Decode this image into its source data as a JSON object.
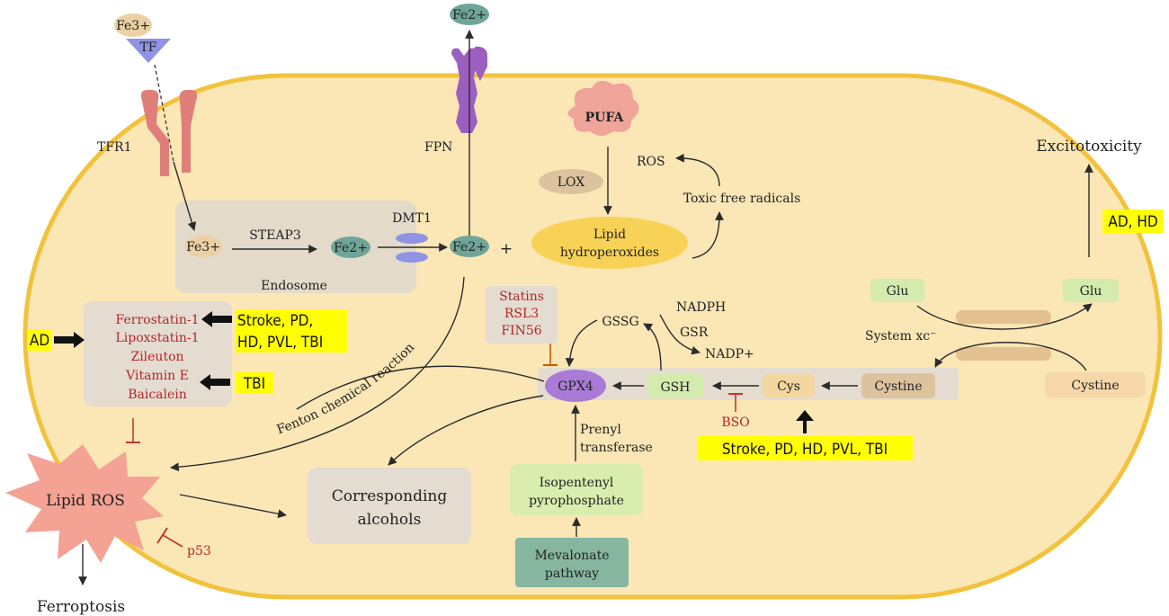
{
  "ions": {
    "fe3_outside": "Fe3+",
    "tf": "TF",
    "fe2_outside": "Fe2+",
    "fe3_endosome": "Fe3+",
    "fe2_endosome": "Fe2+",
    "fe2_cytosol": "Fe2+"
  },
  "labels": {
    "tfr1": "TFR1",
    "fpn": "FPN",
    "steap3": "STEAP3",
    "dmt1": "DMT1",
    "endosome": "Endosome",
    "plus": "+",
    "pufa": "PUFA",
    "lox": "LOX",
    "ros": "ROS",
    "toxic": "Toxic free radicals",
    "lipid_hydro_1": "Lipid",
    "lipid_hydro_2": "hydroperoxides",
    "excitotoxicity": "Excitotoxicity",
    "glu_in": "Glu",
    "glu_out": "Glu",
    "system_xc": "System xc⁻",
    "cystine_in": "Cystine",
    "cystine_out": "Cystine",
    "cys": "Cys",
    "gsh": "GSH",
    "gpx4": "GPX4",
    "gssg": "GSSG",
    "nadph": "NADPH",
    "gsr": "GSR",
    "nadp": "NADP+",
    "bso": "BSO",
    "prenyl_1": "Prenyl",
    "prenyl_2": "transferase",
    "ipp_1": "Isopentenyl",
    "ipp_2": "pyrophosphate",
    "meva_1": "Mevalonate",
    "meva_2": "pathway",
    "alcohols_1": "Corresponding",
    "alcohols_2": "alcohols",
    "fenton": "Fenton chemical reaction",
    "lipid_ros": "Lipid ROS",
    "ferroptosis": "Ferroptosis",
    "p53": "p53",
    "ad_left": "AD"
  },
  "inhibitors": {
    "statins": [
      "Statins",
      "RSL3",
      "FIN56"
    ],
    "ferrostatin": [
      "Ferrostatin-1",
      "Lipoxstatin-1",
      "Zileuton",
      "Vitamin E",
      "Baicalein"
    ]
  },
  "diseases": {
    "ad_hd": "AD, HD",
    "stroke_1": "Stroke, PD,",
    "stroke_2": "HD, PVL, TBI",
    "tbi": "TBI",
    "bottom": "Stroke, PD, HD, PVL, TBI"
  },
  "colors": {
    "cell_fill": "#fbe6b5",
    "cell_border": "#f2c23d",
    "highlight": "#ffff00",
    "inhibitor_red": "#b3262a",
    "fe_teal": "#6fa598",
    "gpx4_purple": "#a97bd6",
    "fpn_purple": "#9b5fc0",
    "tfr1_pink": "#e07f7a",
    "membrane_tan": "#e4c191"
  }
}
